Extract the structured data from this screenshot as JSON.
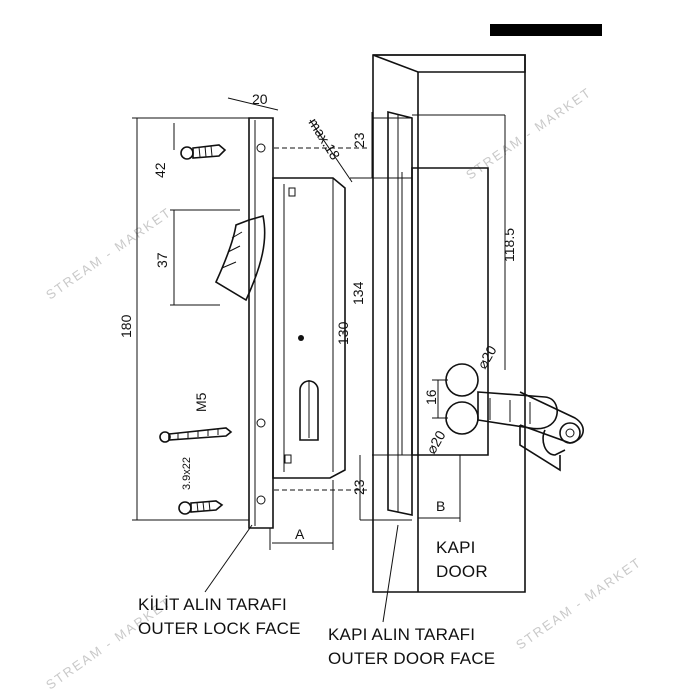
{
  "dimensions": {
    "top_width": "20",
    "max_depth": "max.18",
    "top_offset": "23",
    "screw_offset": "42",
    "latch_height": "37",
    "total_height": "180",
    "box_height_130": "130",
    "box_height_134": "134",
    "strike_height": "118.5",
    "bolt_diameter_top": "⌀20",
    "bolt_diameter_side": "⌀20",
    "cylinder_gap": "16",
    "bottom_offset": "23",
    "screw_m5": "M5",
    "screw_size": "3.9x22",
    "width_a": "A",
    "width_b": "B"
  },
  "labels": {
    "door_tr": "KAPI",
    "door_en": "DOOR",
    "lock_face_tr": "KİLİT ALIN TARAFI",
    "lock_face_en": "OUTER LOCK FACE",
    "door_face_tr": "KAPI ALIN TARAFI",
    "door_face_en": "OUTER DOOR FACE"
  },
  "watermark": "STREAM - MARKET"
}
